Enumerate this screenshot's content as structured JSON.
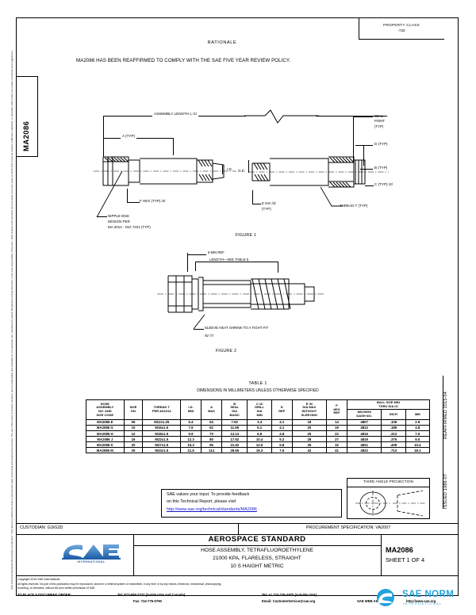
{
  "document": {
    "standard_number": "MA2086",
    "sheet_tab_label": "MA2086",
    "property_class": "PROPERTY CLASS",
    "property_class_value": "-720",
    "rationale_heading": "RATIONALE",
    "rationale_text": "MA2086 HAS BEEN REAFFIRMED TO COMPLY WITH THE SAE FIVE YEAR REVIEW POLICY.",
    "issued_text": "ISSUED 1986-07",
    "reaffirmed_text": "REAFFIRMED 2015-04",
    "left_margin_note": "SAE Technical Standards Board Rules provide that: \"This report is published by SAE to advance the state of technical and engineering sciences. The use of this report is entirely voluntary, and its applicability and suitability for any particular use, including any patent infringement arising therefrom, is the sole responsibility of the user.\"  SAE reviews each technical report at least every five years at which time it may be revised, reaffirmed, stabilized, or cancelled. SAE invites your written comments and suggestions."
  },
  "figure1": {
    "caption": "FIGURE 1",
    "labels": {
      "assembly_length": "ASSEMBLY LENGTH    L  /1/",
      "a_typ": "A (TYP)",
      "seal_point": "SEAL\nPOINT\n(TYP)",
      "d_typ": "D (TYP)",
      "b_typ": "B (TYP)",
      "c_typ": "C (TYP)  /2/",
      "id": "I.D.",
      "od": "O.D.",
      "f_hex": "F HEX (TYP) /4/",
      "e_dia": "E DIA /3/\n(TYP)",
      "thread_t": "THREAD T (TYP)",
      "nipple_end": "NIPPLE END\nDESIGN PER\nMA 2014 - ISO 7221 (TYP)"
    }
  },
  "figure2": {
    "caption": "FIGURE 2",
    "labels": {
      "min_ref": "6  MIN REF",
      "length_see_table": "LENGTH—SEE TABLE 5",
      "sleeve": "SLEEVE HEAT SHRINK TO A TIGHT FIT",
      "sleeve_notes": "/6/ /7/"
    }
  },
  "table": {
    "title": "TABLE 1",
    "subtitle": "DIMENSIONS IN MILLIMETERS UNLESS OTHERWISE SPECIFIED",
    "columns": [
      "HOSE\nASSEMBLY\nNO. AND\nSIZE CODE",
      "SIZE\nDN",
      "THREAD T\nPER AS1013",
      "I.D.\nMIN",
      "A\nMAX",
      "B\nSEAL\nDIA\nBASIC",
      "C /2/\nDRILL\nDIA\nMIN",
      "D\nREF",
      "E /5/\nDIA MAX\nWITHOUT\nSLEEVING",
      "F\nHEX\nREF",
      "MS19059\nDASH NO.",
      "INCH",
      "MM"
    ],
    "group_header": "BALL SIZE MIN\nTHRU DIA /2/",
    "group_subheader": "DIA",
    "rows": [
      [
        "MA2086 E",
        "06",
        "M12x1.25",
        "5.4",
        "54",
        "7.92",
        "3.4",
        "4.1",
        "18",
        "14",
        "4807",
        ".106",
        "2.8"
      ],
      [
        "MA2086 G",
        "10",
        "M16x1.5",
        "7.5",
        "62",
        "11.58",
        "5.1",
        "4.1",
        "20",
        "19",
        "4812",
        ".189",
        "4.8"
      ],
      [
        "MA2086 H",
        "12",
        "M18x1.5",
        "9.9",
        "70",
        "13.13",
        "6.8",
        "4.8",
        "25",
        "22",
        "4816",
        ".313",
        "7.9"
      ],
      [
        "MA2086 J",
        "16",
        "M22x1.5",
        "12.3",
        "80",
        "17.52",
        "10.4",
        "5.2",
        "28",
        "27",
        "4819",
        ".375",
        "9.5"
      ],
      [
        "MA2086 K",
        "20",
        "M27x1.5",
        "15.3",
        "95",
        "21.52",
        "12.5",
        "5.8",
        "35",
        "32",
        "4821",
        ".409",
        "10.4"
      ],
      [
        "MA2086 M",
        "25",
        "M33x1.5",
        "21.6",
        "114",
        "28.65",
        "19.3",
        "7.6",
        "42",
        "41",
        "4822",
        ".713",
        "18.1"
      ]
    ]
  },
  "feedback": {
    "line1": "SAE values your input. To provide feedback",
    "line2": "on this Technical Report, please visit",
    "link": "http://www.sae.org/technical/standards/MA2086"
  },
  "projection": {
    "label": "THIRD ANGLE PROJECTION"
  },
  "titleblock": {
    "custodian": "CUSTODIAN:  G3/G3D",
    "procurement": "PROCUREMENT SPECIFICATION:  VA2007",
    "org": "SAE",
    "org_sub": "INTERNATIONAL",
    "doc_type": "AEROSPACE STANDARD",
    "title_line1": "HOSE ASSEMBLY, TETRAFLUOROETHYLENE",
    "title_line2": "21000 KPA, FLARELESS, STRAIGHT",
    "title_line3": "10 S  HAIGHT  METRIC",
    "number": "MA2086",
    "sheet": "SHEET 1 OF 4"
  },
  "footer": {
    "copyright": "Copyright 2015 SAE International",
    "rights_line1": "All rights reserved. No part of this publication may be reproduced, stored in a retrieval system or transmitted, in any form or by any means, electronic, mechanical, photocopying,",
    "rights_line2": "recording, or otherwise, without the prior written permission of SAE.",
    "order_label": "TO PLACE A DOCUMENT ORDER:",
    "tel_us": "Tel:  877-606-7323 (inside USA and Canada)",
    "tel_outside": "Tel:  +1  724-776-4970 (outside USA)",
    "fax": "Fax:  724-776-0790",
    "email": "Email: CustomerService@sae.org",
    "web_label": "SAE WEB ADDRESS:",
    "web": "http://www.sae.org"
  },
  "watermark": {
    "text": "SAE NORM",
    "sub": "INTERNATIONAL"
  }
}
